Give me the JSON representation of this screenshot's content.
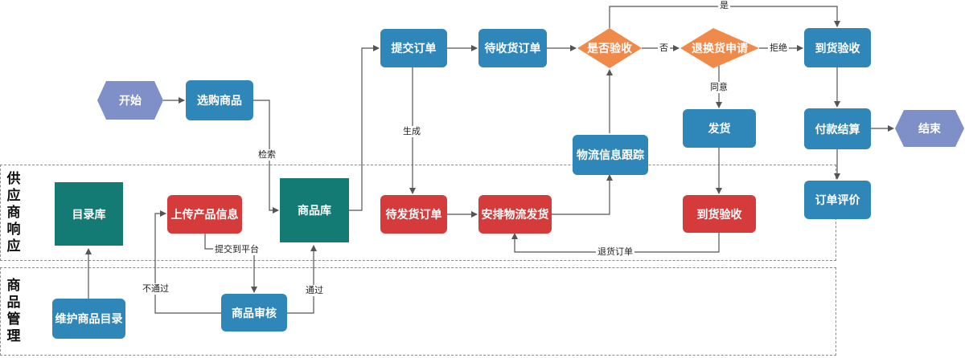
{
  "lanes": {
    "supply": "供应商响应",
    "goods": "商品管理"
  },
  "nodes": {
    "start": "开始",
    "select_goods": "选购商品",
    "goods_library": "商品库",
    "submit_order": "提交订单",
    "pending_receive_order": "待收货订单",
    "is_inspect": "是否验收",
    "return_request": "退换货申请",
    "arrival_inspect_top": "到货验收",
    "ship": "发货",
    "payment_settle": "付款结算",
    "end": "结束",
    "order_review": "订单评价",
    "catalog_library": "目录库",
    "upload_product_info": "上传产品信息",
    "pending_ship_order": "待发货订单",
    "arrange_logistics": "安排物流发货",
    "logistics_tracking": "物流信息跟踪",
    "arrival_inspect_bottom": "到货验收",
    "maintain_catalog": "维护商品目录",
    "goods_review": "商品审核"
  },
  "edges": {
    "yes": "是",
    "no": "否",
    "reject": "拒绝",
    "agree": "同意",
    "search": "检索",
    "generate": "生成",
    "submit_to_platform": "提交到平台",
    "not_passed": "不通过",
    "passed": "通过",
    "return_order": "退货订单"
  },
  "colors": {
    "blue": "#2f86b8",
    "red": "#d63b3b",
    "teal": "#137b74",
    "orange": "#f08a4b",
    "lavender": "#7f8fc8",
    "line": "#555555"
  }
}
